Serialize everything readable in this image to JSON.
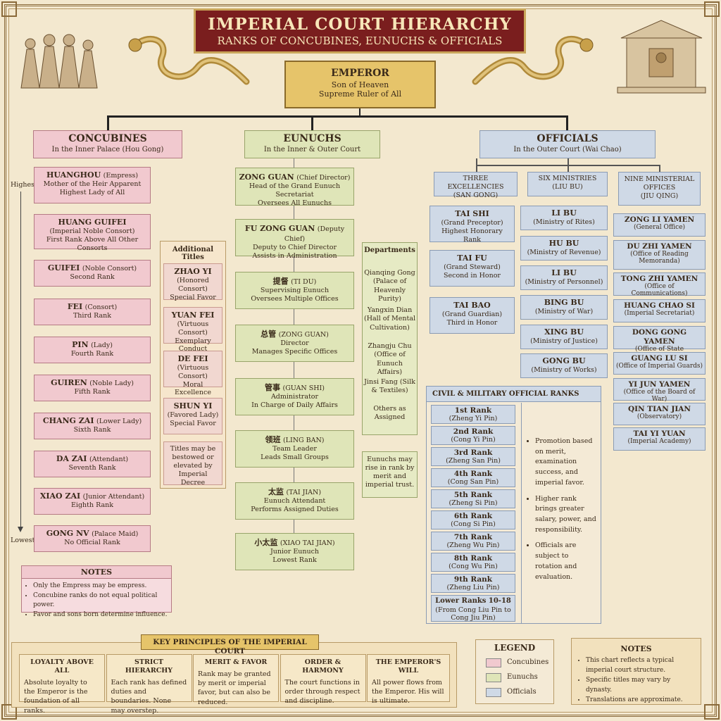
{
  "header": {
    "title": "IMPERIAL COURT HIERARCHY",
    "subtitle": "RANKS OF CONCUBINES, EUNUCHS & OFFICIALS"
  },
  "emperor": {
    "title": "EMPEROR",
    "line1": "Son of Heaven",
    "line2": "Supreme Ruler of All"
  },
  "concubines": {
    "title": "CONCUBINES",
    "sub": "In the Inner Palace (Hou Gong)",
    "axis_high": "Highest",
    "axis_low": "Lowest",
    "items": [
      {
        "name": "HUANGHOU",
        "rank": "(Empress)",
        "l1": "Mother of the Heir Apparent",
        "l2": "Highest Lady of All"
      },
      {
        "name": "HUANG GUIFEI",
        "rank": "",
        "l1": "(Imperial Noble Consort)",
        "l2": "First Rank Above All Other Consorts"
      },
      {
        "name": "GUIFEI",
        "rank": "(Noble Consort)",
        "l1": "Second Rank",
        "l2": ""
      },
      {
        "name": "FEI",
        "rank": "(Consort)",
        "l1": "Third Rank",
        "l2": ""
      },
      {
        "name": "PIN",
        "rank": "(Lady)",
        "l1": "Fourth Rank",
        "l2": ""
      },
      {
        "name": "GUIREN",
        "rank": "(Noble Lady)",
        "l1": "Fifth Rank",
        "l2": ""
      },
      {
        "name": "CHANG ZAI",
        "rank": "(Lower Lady)",
        "l1": "Sixth Rank",
        "l2": ""
      },
      {
        "name": "DA ZAI",
        "rank": "(Attendant)",
        "l1": "Seventh Rank",
        "l2": ""
      },
      {
        "name": "XIAO ZAI",
        "rank": "(Junior Attendant)",
        "l1": "Eighth Rank",
        "l2": ""
      },
      {
        "name": "GONG NV",
        "rank": "(Palace Maid)",
        "l1": "No Official Rank",
        "l2": ""
      }
    ],
    "notes_title": "NOTES",
    "notes": [
      "Only the Empress may be empress.",
      "Concubine ranks do not equal political power.",
      "Favor and sons born determine influence."
    ]
  },
  "additional_titles": {
    "title": "Additional Titles",
    "items": [
      {
        "name": "ZHAO YI",
        "l1": "(Honored Consort)",
        "l2": "Special Favor"
      },
      {
        "name": "YUAN FEI",
        "l1": "(Virtuous Consort)",
        "l2": "Exemplary Conduct"
      },
      {
        "name": "DE FEI",
        "l1": "(Virtuous Consort)",
        "l2": "Moral Excellence"
      },
      {
        "name": "SHUN YI",
        "l1": "(Favored Lady)",
        "l2": "Special Favor"
      }
    ],
    "note": "Titles may be bestowed or elevated by Imperial Decree"
  },
  "eunuchs": {
    "title": "EUNUCHS",
    "sub": "In the Inner & Outer Court",
    "items": [
      {
        "name": "ZONG GUAN",
        "rank": "(Chief Director)",
        "l1": "Head of the Grand Eunuch Secretariat",
        "l2": "Oversees All Eunuchs"
      },
      {
        "name": "FU ZONG GUAN",
        "rank": "(Deputy Chief)",
        "l1": "Deputy to Chief Director",
        "l2": "Assists in Administration"
      },
      {
        "name": "提督",
        "rank": "(TI DU)",
        "l1": "Supervising Eunuch",
        "l2": "Oversees Multiple Offices"
      },
      {
        "name": "总管",
        "rank": "(ZONG GUAN)",
        "l1": "Director",
        "l2": "Manages Specific Offices"
      },
      {
        "name": "管事",
        "rank": "(GUAN SHI)",
        "l1": "Administrator",
        "l2": "In Charge of Daily Affairs"
      },
      {
        "name": "领班",
        "rank": "(LING BAN)",
        "l1": "Team Leader",
        "l2": "Leads Small Groups"
      },
      {
        "name": "太监",
        "rank": "(TAI JIAN)",
        "l1": "Eunuch Attendant",
        "l2": "Performs Assigned Duties"
      },
      {
        "name": "小太监",
        "rank": "(XIAO TAI JIAN)",
        "l1": "Junior Eunuch",
        "l2": "Lowest Rank"
      }
    ]
  },
  "departments": {
    "title": "Departments",
    "items": [
      "Qianqing Gong (Palace of Heavenly Purity)",
      "Yangxin Dian (Hall of Mental Cultivation)",
      "Zhangju Chu (Office of Eunuch Affairs)",
      "Jinsi Fang (Silk & Textiles)",
      "Others as Assigned"
    ],
    "note": "Eunuchs may rise in rank by merit and imperial trust."
  },
  "officials": {
    "title": "OFFICIALS",
    "sub": "In the Outer Court (Wai Chao)",
    "excellencies": {
      "title": "THREE EXCELLENCIES",
      "sub": "(SAN GONG)",
      "items": [
        {
          "name": "TAI SHI",
          "l1": "(Grand Preceptor)",
          "l2": "Highest Honorary Rank"
        },
        {
          "name": "TAI FU",
          "l1": "(Grand Steward)",
          "l2": "Second in Honor"
        },
        {
          "name": "TAI BAO",
          "l1": "(Grand Guardian)",
          "l2": "Third in Honor"
        }
      ]
    },
    "ministries": {
      "title": "SIX MINISTRIES",
      "sub": "(LIU BU)",
      "items": [
        {
          "name": "LI BU",
          "l1": "(Ministry of Rites)"
        },
        {
          "name": "HU BU",
          "l1": "(Ministry of Revenue)"
        },
        {
          "name": "LI BU",
          "l1": "(Ministry of Personnel)"
        },
        {
          "name": "BING BU",
          "l1": "(Ministry of War)"
        },
        {
          "name": "XING BU",
          "l1": "(Ministry of Justice)"
        },
        {
          "name": "GONG BU",
          "l1": "(Ministry of Works)"
        }
      ]
    },
    "nine": {
      "title": "NINE MINISTERIAL OFFICES",
      "sub": "(JIU QING)",
      "items": [
        {
          "name": "ZONG LI YAMEN",
          "l1": "(General Office)"
        },
        {
          "name": "DU ZHI YAMEN",
          "l1": "(Office of Reading Memoranda)"
        },
        {
          "name": "TONG ZHI YAMEN",
          "l1": "(Office of Communications)"
        },
        {
          "name": "HUANG CHAO SI",
          "l1": "(Imperial Secretariat)"
        },
        {
          "name": "DONG GONG YAMEN",
          "l1": "(Office of State Ceremonies)"
        },
        {
          "name": "GUANG LU SI",
          "l1": "(Office of Imperial Guards)"
        },
        {
          "name": "YI JUN YAMEN",
          "l1": "(Office of the Board of War)"
        },
        {
          "name": "QIN TIAN JIAN",
          "l1": "(Observatory)"
        },
        {
          "name": "TAI YI YUAN",
          "l1": "(Imperial Academy)"
        }
      ]
    }
  },
  "civil_ranks": {
    "title": "CIVIL & MILITARY OFFICIAL RANKS",
    "items": [
      {
        "name": "1st Rank",
        "l1": "(Zheng Yi Pin)"
      },
      {
        "name": "2nd Rank",
        "l1": "(Cong Yi Pin)"
      },
      {
        "name": "3rd Rank",
        "l1": "(Zheng San Pin)"
      },
      {
        "name": "4th Rank",
        "l1": "(Cong San Pin)"
      },
      {
        "name": "5th Rank",
        "l1": "(Zheng Si Pin)"
      },
      {
        "name": "6th Rank",
        "l1": "(Cong Si Pin)"
      },
      {
        "name": "7th Rank",
        "l1": "(Zheng Wu Pin)"
      },
      {
        "name": "8th Rank",
        "l1": "(Cong Wu Pin)"
      },
      {
        "name": "9th Rank",
        "l1": "(Zheng Liu Pin)"
      }
    ],
    "lower": {
      "name": "Lower Ranks 10-18",
      "l1": "(From Cong Liu Pin to",
      "l2": "Cong Jiu Pin)"
    },
    "bullets": [
      "Promotion based on merit, examination success, and imperial favor.",
      "Higher rank brings greater salary, power, and responsibility.",
      "Officials are subject to rotation and evaluation."
    ]
  },
  "principles": {
    "title": "KEY PRINCIPLES OF THE IMPERIAL COURT",
    "items": [
      {
        "title": "LOYALTY ABOVE ALL",
        "text": "Absolute loyalty to the Emperor is the foundation of all ranks."
      },
      {
        "title": "STRICT HIERARCHY",
        "text": "Each rank has defined duties and boundaries. None may overstep."
      },
      {
        "title": "MERIT & FAVOR",
        "text": "Rank may be granted by merit or imperial favor, but can also be reduced."
      },
      {
        "title": "ORDER & HARMONY",
        "text": "The court functions in order through respect and discipline."
      },
      {
        "title": "THE EMPEROR'S WILL",
        "text": "All power flows from the Emperor. His will is ultimate."
      }
    ]
  },
  "legend": {
    "title": "LEGEND",
    "items": [
      {
        "label": "Concubines",
        "color": "#f1c9cf"
      },
      {
        "label": "Eunuchs",
        "color": "#dfe5b8"
      },
      {
        "label": "Officials",
        "color": "#cfd9e6"
      }
    ]
  },
  "notes2": {
    "title": "NOTES",
    "items": [
      "This chart reflects a typical imperial court structure.",
      "Specific titles may vary by dynasty.",
      "Translations are approximate."
    ]
  },
  "colors": {
    "header_bg": "#7a1e1e",
    "gold": "#e6c46a",
    "pink": "#f1c9cf",
    "green": "#dfe5b8",
    "blue": "#cfd9e6"
  }
}
